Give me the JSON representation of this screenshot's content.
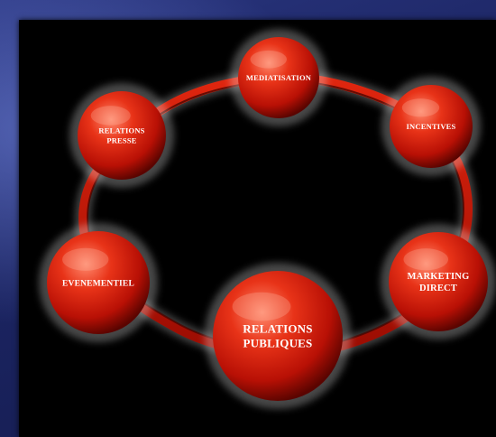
{
  "diagram": {
    "nodes": [
      {
        "id": "mediatisation",
        "lines": [
          "MEDIATISATION"
        ]
      },
      {
        "id": "incentives",
        "lines": [
          "INCENTIVES"
        ]
      },
      {
        "id": "marketing-direct",
        "lines": [
          "MARKETING",
          "DIRECT"
        ]
      },
      {
        "id": "relations-publiques",
        "lines": [
          "RELATIONS",
          "PUBLIQUES"
        ]
      },
      {
        "id": "evenementiel",
        "lines": [
          "EVENEMENTIEL"
        ]
      },
      {
        "id": "relations-presse",
        "lines": [
          "RELATIONS",
          "PRESSE"
        ]
      }
    ],
    "colors": {
      "sphere_light": "#ff6a4d",
      "sphere_mid": "#d81e0b",
      "sphere_dark": "#6e0600",
      "ring": "#c81607",
      "glow": "#ffffff"
    }
  }
}
